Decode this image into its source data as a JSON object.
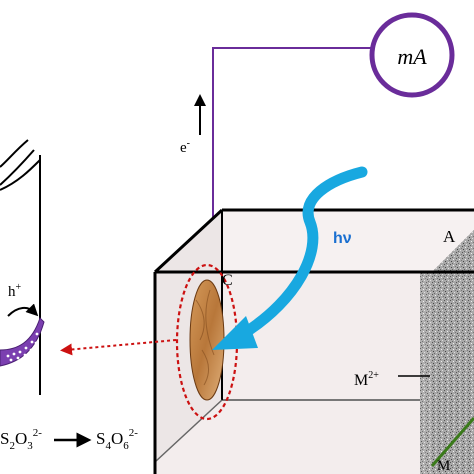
{
  "meter": {
    "label": "mA"
  },
  "labels": {
    "electron": "e",
    "electron_sup": "-",
    "photon": "hν",
    "electrode_c": "C",
    "electrode_a": "A",
    "metal_ion_base": "M",
    "metal_ion_sup": "2+",
    "metal_partial": "M",
    "hole_base": "h",
    "hole_sup": "+"
  },
  "reaction": {
    "reactant_prefix": "S",
    "reactant_sub1": "2",
    "reactant_mid": "O",
    "reactant_sub2": "3",
    "reactant_sup": "2-",
    "product_base": "S",
    "product_sub1": "4",
    "product_mid": "O",
    "product_sub2": "6",
    "product_sup": "2-"
  },
  "colors": {
    "circuit_wire": "#6a2c9a",
    "light_arrow": "#18a8e0",
    "zoom_marker": "#cc1111",
    "electrode_a_band": "#3a7a1a",
    "wood_electrode": "#b8773a",
    "particles": "#7b3fb0"
  }
}
